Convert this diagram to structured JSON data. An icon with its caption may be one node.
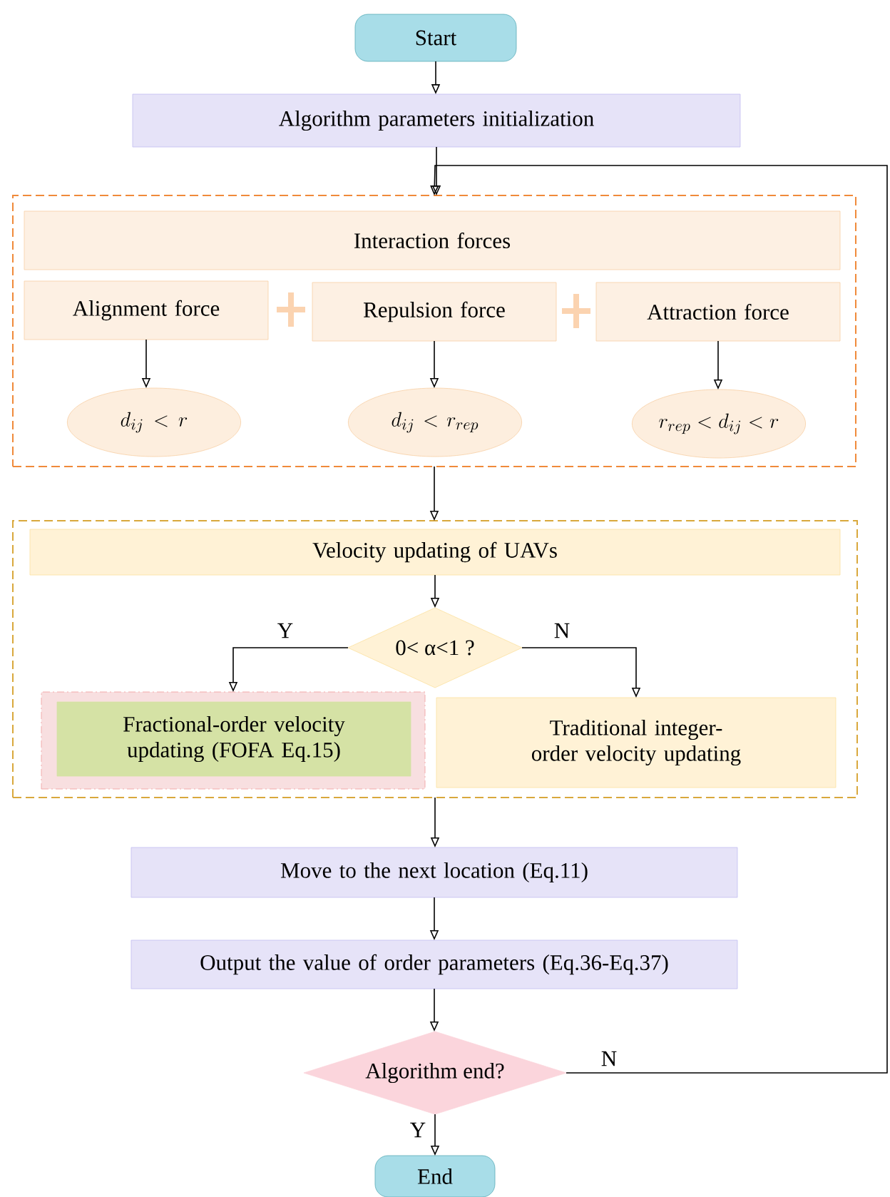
{
  "diagram": {
    "nodes": [
      {
        "text": [
          "Start"
        ]
      },
      {
        "text": [
          "Algorithm parameters initialization"
        ]
      },
      {
        "text": [],
        "shape": "box"
      },
      {
        "text": [
          "Interaction forces"
        ],
        "in": 2
      },
      {
        "text": [
          "Alignment force"
        ],
        "in": 2
      },
      {
        "text": [
          "Repulsion force"
        ],
        "in": 2
      },
      {
        "text": [
          "Attraction force"
        ],
        "in": 2
      },
      {
        "text": [
          "d_{ij}<r"
        ],
        "in": 2
      },
      {
        "text": [
          "d_{ij}<r_{rep}"
        ],
        "in": 2
      },
      {
        "text": [
          "r_{rep}<d_{ij}<r"
        ],
        "in": 2
      },
      {
        "text": [],
        "shape": "box"
      },
      {
        "text": [
          "Velocity updating of  UAVs"
        ],
        "in": 10
      },
      {
        "text": [
          "0< α<1 ?"
        ],
        "in": 10
      },
      {
        "text": [],
        "shape": "box",
        "in": 10
      },
      {
        "text": [
          "Fractional-order velocity updating  (FOFA Eq.15)"
        ],
        "in": 13
      },
      {
        "text": [
          "Traditional integer-order velocity updating"
        ],
        "in": 10
      },
      {
        "text": [
          "Move to the next location (Eq.11)"
        ]
      },
      {
        "text": [
          "Output the value of order parameters (Eq.36-Eq.37)"
        ]
      },
      {
        "text": [
          "Algorithm end?"
        ]
      },
      {
        "text": [
          "End"
        ]
      }
    ],
    "edges": [
      {
        "from": 0,
        "to": 1,
        "arrow": "to"
      },
      {
        "from": 1,
        "to": 2,
        "arrow": "to"
      },
      {
        "from": 4,
        "to": 7,
        "arrow": "to"
      },
      {
        "from": 5,
        "to": 8,
        "arrow": "to"
      },
      {
        "from": 6,
        "to": 9,
        "arrow": "to"
      },
      {
        "from": 2,
        "to": 10,
        "arrow": "to"
      },
      {
        "from": 11,
        "to": 12,
        "arrow": "to"
      },
      {
        "from": 12,
        "to": 13,
        "arrow": "to",
        "label": "Y"
      },
      {
        "from": 12,
        "to": 15,
        "arrow": "to",
        "label": "N"
      },
      {
        "from": 10,
        "to": 16,
        "arrow": "to"
      },
      {
        "from": 16,
        "to": 17,
        "arrow": "to"
      },
      {
        "from": 17,
        "to": 18,
        "arrow": "to"
      },
      {
        "from": 18,
        "to": 19,
        "arrow": "to",
        "label": "Y"
      },
      {
        "from": 18,
        "to": 2,
        "arrow": "to",
        "label": "N"
      }
    ]
  }
}
